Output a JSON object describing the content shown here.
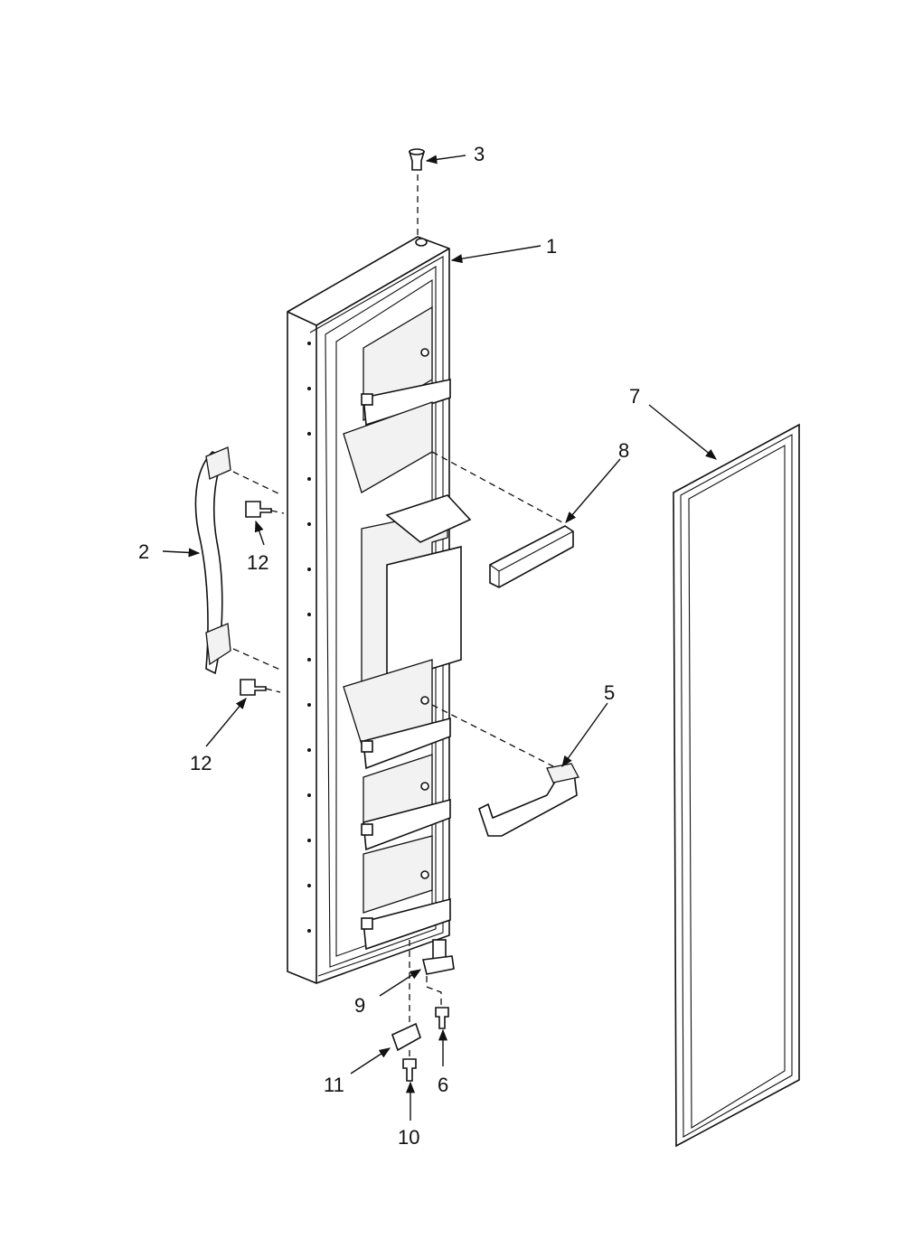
{
  "callouts": [
    {
      "id": "1",
      "text": "1"
    },
    {
      "id": "2",
      "text": "2"
    },
    {
      "id": "3",
      "text": "3"
    },
    {
      "id": "5",
      "text": "5"
    },
    {
      "id": "6",
      "text": "6"
    },
    {
      "id": "7",
      "text": "7"
    },
    {
      "id": "8",
      "text": "8"
    },
    {
      "id": "9",
      "text": "9"
    },
    {
      "id": "10",
      "text": "10"
    },
    {
      "id": "11",
      "text": "11"
    },
    {
      "id": "12a",
      "text": "12"
    },
    {
      "id": "12b",
      "text": "12"
    }
  ]
}
